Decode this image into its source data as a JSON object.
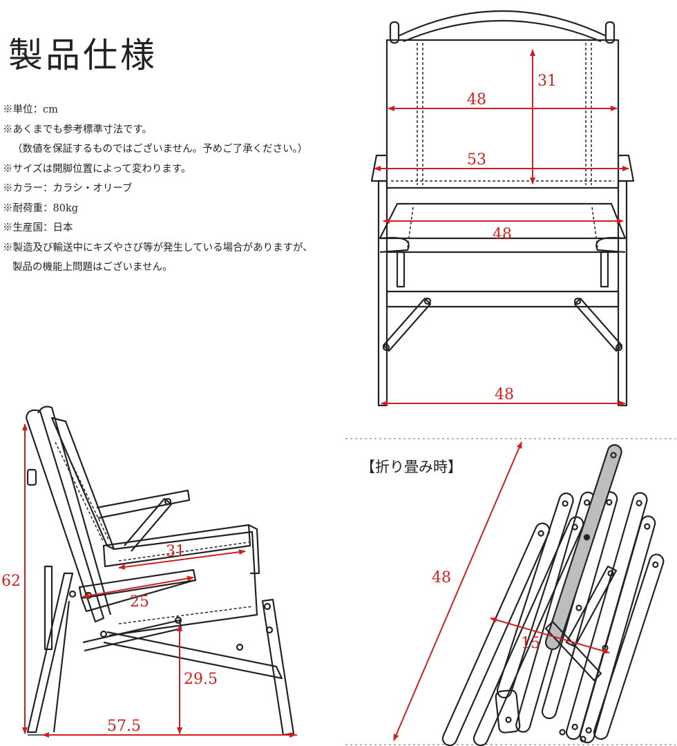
{
  "title": "製品仕様",
  "notes": [
    "※単位：cm",
    "※あくまでも参考標準寸法です。",
    "（数値を保証するものではございません。予めご了承ください。）",
    "※サイズは開脚位置によって変わります。",
    "※カラー：カラシ・オリーブ",
    "※耐荷重：80kg",
    "※生産国：日本",
    "※製造及び輸送中にキズやさび等が発生している場合がありますが、",
    "製品の機能上問題はございません。"
  ],
  "front_view": {
    "backrest_height": "31",
    "backrest_width": "48",
    "armrest_width": "53",
    "seat_width": "48",
    "base_width": "48"
  },
  "side_view": {
    "total_height": "62",
    "seat_depth": "31",
    "armrest_length": "25",
    "seat_height": "29.5",
    "base_depth": "57.5"
  },
  "folded_view": {
    "label": "【折り畳み時】",
    "length": "48",
    "thickness": "15"
  },
  "colors": {
    "line": "#222222",
    "dimension": "#d11d1d",
    "accent_fill": "#bdbdbd"
  }
}
